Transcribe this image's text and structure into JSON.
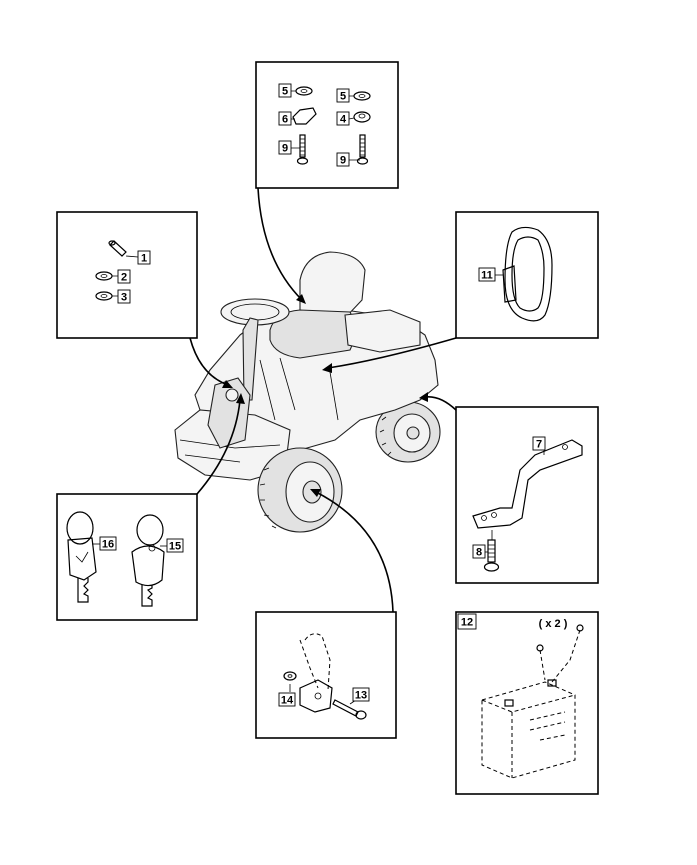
{
  "callouts": {
    "c1": "1",
    "c2": "2",
    "c3": "3",
    "c4": "4",
    "c5a": "5",
    "c5b": "5",
    "c6": "6",
    "c7": "7",
    "c8": "8",
    "c9a": "9",
    "c9b": "9",
    "c11": "11",
    "c12": "12",
    "c13": "13",
    "c14": "14",
    "c15": "15",
    "c16": "16"
  },
  "battery_quantity": "( x 2 )"
}
